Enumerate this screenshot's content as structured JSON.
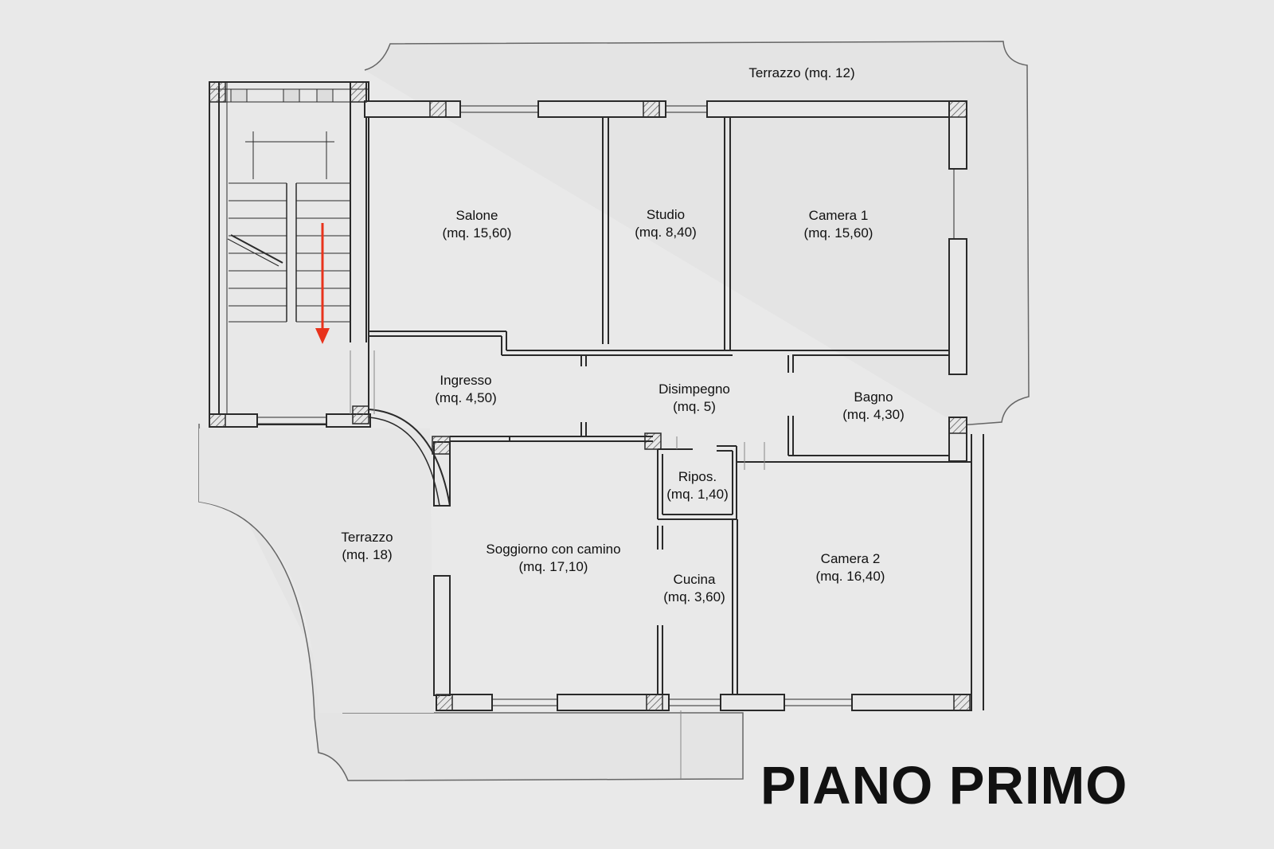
{
  "title": "PIANO PRIMO",
  "colors": {
    "background": "#e9e9e9",
    "walls": "#2a2a2a",
    "hatch": "#555555",
    "arrow": "#e8331c"
  },
  "rooms": {
    "terrazzo_top": {
      "name": "Terrazzo (mq. 12)"
    },
    "salone": {
      "name": "Salone",
      "area": "(mq. 15,60)"
    },
    "studio": {
      "name": "Studio",
      "area": "(mq. 8,40)"
    },
    "camera1": {
      "name": "Camera 1",
      "area": "(mq. 15,60)"
    },
    "ingresso": {
      "name": "Ingresso",
      "area": "(mq. 4,50)"
    },
    "disimpegno": {
      "name": "Disimpegno",
      "area": "(mq. 5)"
    },
    "bagno": {
      "name": "Bagno",
      "area": "(mq. 4,30)"
    },
    "ripostiglio": {
      "name": "Ripos.",
      "area": "(mq. 1,40)"
    },
    "terrazzo_left": {
      "name": "Terrazzo",
      "area": "(mq. 18)"
    },
    "soggiorno": {
      "name": "Soggiorno con camino",
      "area": "(mq. 17,10)"
    },
    "cucina": {
      "name": "Cucina",
      "area": "(mq. 3,60)"
    },
    "camera2": {
      "name": "Camera 2",
      "area": "(mq. 16,40)"
    }
  }
}
